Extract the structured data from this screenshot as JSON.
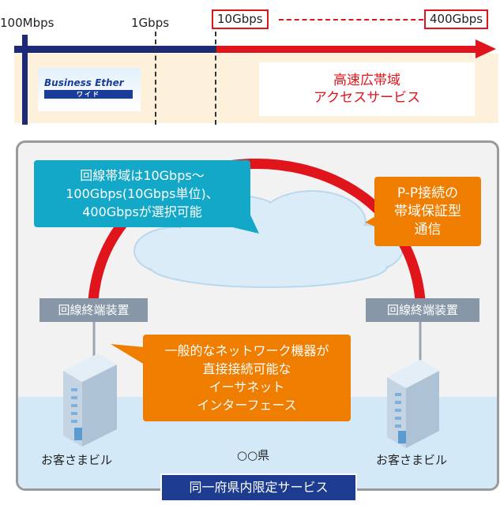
{
  "speed_scale": {
    "labels": [
      "100Mbps",
      "1Gbps",
      "10Gbps",
      "400Gbps"
    ],
    "low_band_service": {
      "logo_text": "Business Ether",
      "logo_subtext": "ワイド"
    },
    "high_band_service": {
      "lines": [
        "高速広帯域",
        "アクセスサービス"
      ]
    }
  },
  "diagram": {
    "bandwidth_note": [
      "回線帯域は10Gbps〜",
      "100Gbps(10Gbps単位)、",
      "400Gbpsが選択可能"
    ],
    "connection_note": [
      "P-P接続の",
      "帯域保証型",
      "通信"
    ],
    "interface_note": [
      "一般的なネットワーク機器が",
      "直接接続可能な",
      "イーサネット",
      "インターフェース"
    ],
    "terminal_left": "回線終端装置",
    "terminal_right": "回線終端装置",
    "building_left": "お客さまビル",
    "building_right": "お客さまビル",
    "prefecture": "○○県",
    "region_banner": "同一府県内限定サービス"
  },
  "colors": {
    "accent_red": "#e0141b",
    "navy": "#1e2a78",
    "cyan": "#14a8c8",
    "orange": "#ee7d00",
    "terminal_gray": "#8797a8"
  }
}
